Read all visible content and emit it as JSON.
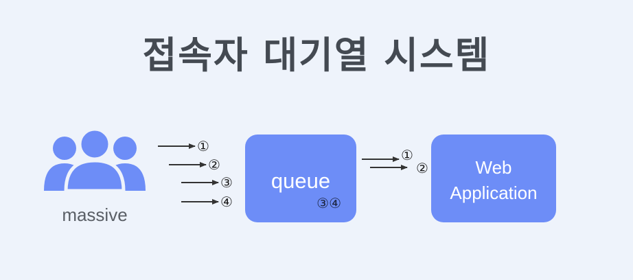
{
  "title": "접속자 대기열 시스템",
  "users": {
    "label": "massive"
  },
  "queue": {
    "label": "queue",
    "held_requests": "③④"
  },
  "web_app": {
    "line1": "Web",
    "line2": "Application"
  },
  "incoming_requests": [
    "①",
    "②",
    "③",
    "④"
  ],
  "forwarded_requests": [
    "①",
    "②"
  ],
  "colors": {
    "background": "#eef3fb",
    "box": "#6d8df7",
    "title": "#444a52"
  }
}
